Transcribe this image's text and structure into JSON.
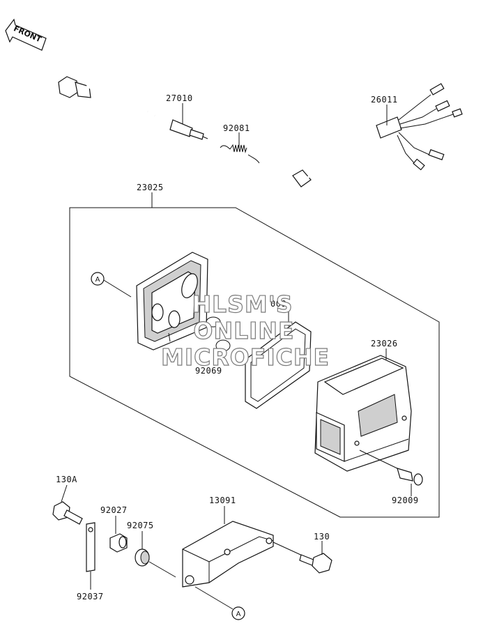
{
  "front_arrow": {
    "label": "FRONT"
  },
  "reference_marker": {
    "label": "A"
  },
  "part_numbers": {
    "p27010": "27010",
    "p92081": "92081",
    "p26011": "26011",
    "p23025": "23025",
    "p009": "009",
    "p92069": "92069",
    "p23026": "23026",
    "p92009": "92009",
    "p130A": "130A",
    "p92027": "92027",
    "p92075": "92075",
    "p13091": "13091",
    "p130": "130",
    "p92037": "92037"
  },
  "watermark": {
    "line1": "HLSM'S",
    "line2": "ONLINE",
    "line3": "MICROFICHE"
  }
}
